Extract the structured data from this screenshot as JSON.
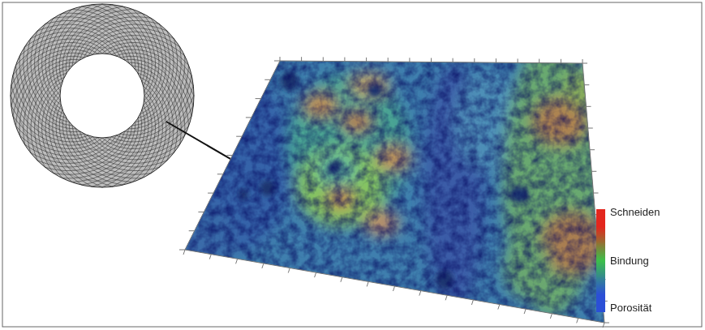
{
  "diagram": {
    "legend": [
      {
        "text": "Schneiden",
        "color": "#e3261d"
      },
      {
        "text": "Bindung",
        "color": "#3cbf4a"
      },
      {
        "text": "Porosität",
        "color": "#2b4fd6"
      }
    ]
  }
}
